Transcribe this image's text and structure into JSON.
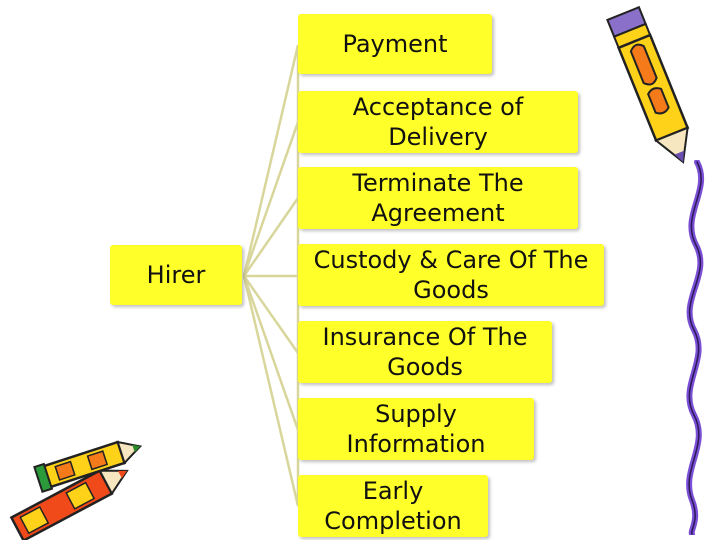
{
  "diagram": {
    "source": {
      "label": "Hirer"
    },
    "duties": [
      {
        "label": "Payment"
      },
      {
        "label": "Acceptance of\nDelivery"
      },
      {
        "label": "Terminate The\nAgreement"
      },
      {
        "label": "Custody & Care Of The\nGoods"
      },
      {
        "label": "Insurance Of The\nGoods"
      },
      {
        "label": "Supply\nInformation"
      },
      {
        "label": "Early\nCompletion"
      }
    ]
  },
  "colors": {
    "box_fill": "#ffff2a",
    "connector": "#d8d69a",
    "text": "#111111"
  },
  "decorations": [
    "pencil-clipart",
    "crayons-clipart",
    "wavy-line-clipart"
  ]
}
